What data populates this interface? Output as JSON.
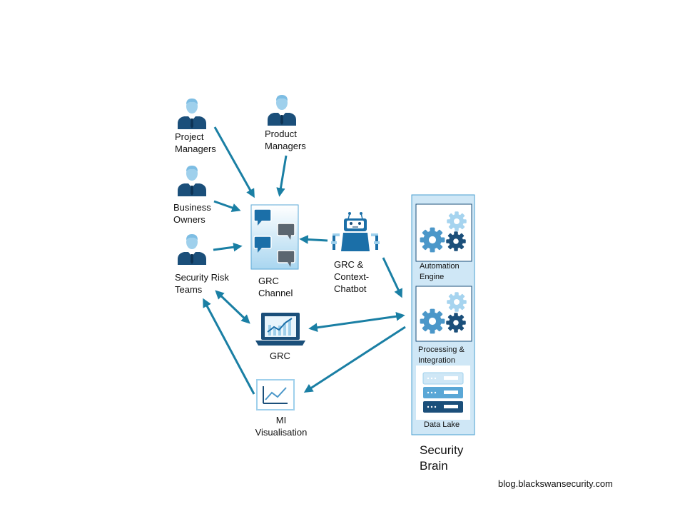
{
  "actors": {
    "project_managers": [
      "Project",
      "Managers"
    ],
    "product_managers": [
      "Product",
      "Managers"
    ],
    "business_owners": [
      "Business",
      "Owners"
    ],
    "security_risk_teams": [
      "Security Risk",
      "Teams"
    ]
  },
  "systems": {
    "grc_channel": [
      "GRC",
      "Channel"
    ],
    "chatbot": [
      "GRC &",
      "Context-",
      "Chatbot"
    ],
    "grc": "GRC",
    "mi_visualisation": [
      "MI",
      "Visualisation"
    ]
  },
  "security_brain": {
    "title": [
      "Security",
      "Brain"
    ],
    "automation_engine": [
      "Automation",
      "Engine"
    ],
    "processing_integration": [
      "Processing &",
      "Integration"
    ],
    "data_lake": "Data Lake"
  },
  "credit": "blog.blackswansecurity.com",
  "colors": {
    "arrow": "#1a7fa4",
    "person_dark": "#1b4f7a",
    "person_light": "#9fd0ec",
    "panel_fill": "#cfe7f6",
    "panel_border": "#4a9fd0",
    "icon_dark": "#1b4f7a"
  },
  "icons": [
    "person-icon",
    "chat-bubbles-icon",
    "robot-icon",
    "laptop-chart-icon",
    "monitor-chart-icon",
    "gears-icon",
    "server-rack-icon"
  ]
}
